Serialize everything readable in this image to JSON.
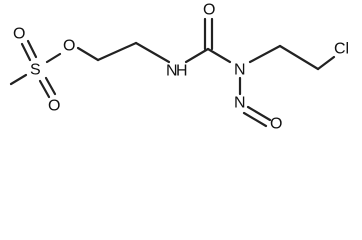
{
  "molecule": {
    "atoms": {
      "methyl_s": "S",
      "sulfonyl_o_top": "O",
      "sulfonyl_o_bottom": "O",
      "ester_o": "O",
      "amide_n": "N",
      "amide_h": "H",
      "carbonyl_o": "O",
      "nitroso_bearing_n": "N",
      "chlorine": "Cl",
      "nitroso_n": "N",
      "nitroso_o": "O"
    }
  }
}
